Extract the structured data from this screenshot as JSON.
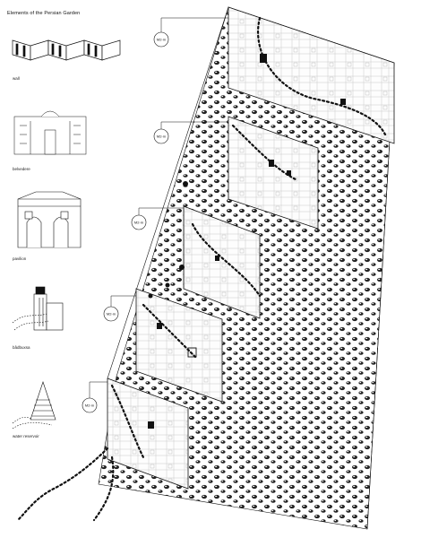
{
  "title": "Elements of the Persian Garden",
  "elements": [
    {
      "id": "wall",
      "label": "wall"
    },
    {
      "id": "belvedere",
      "label": "belvedere"
    },
    {
      "id": "pavilion",
      "label": "pavilion"
    },
    {
      "id": "badgir",
      "label": "bâdbuxsa"
    },
    {
      "id": "cistern",
      "label": "water reservoir"
    }
  ],
  "level_tags": [
    {
      "label": "M2-m"
    },
    {
      "label": "M2-m"
    },
    {
      "label": "M2-m"
    },
    {
      "label": "M2-m"
    },
    {
      "label": "M2-m"
    }
  ],
  "colors": {
    "ink": "#111111",
    "paper": "#ffffff",
    "hatch": "#555555"
  }
}
